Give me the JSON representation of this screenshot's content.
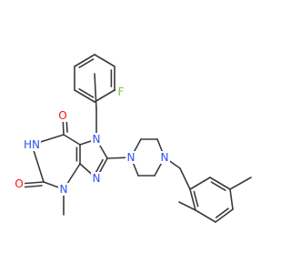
{
  "molecule": {
    "colors": {
      "bond": "#3a3a3a",
      "oxygen": "#ff0d0d",
      "nitrogen": "#3050f8",
      "fluorine": "#80c836",
      "background": "#ffffff"
    },
    "atom_labels": {
      "f": "F",
      "n7": "N",
      "o6": "O",
      "n1h": "HN",
      "o2": "O",
      "n3": "N",
      "n9": "N",
      "pip_n1": "N",
      "pip_n4": "N"
    }
  }
}
